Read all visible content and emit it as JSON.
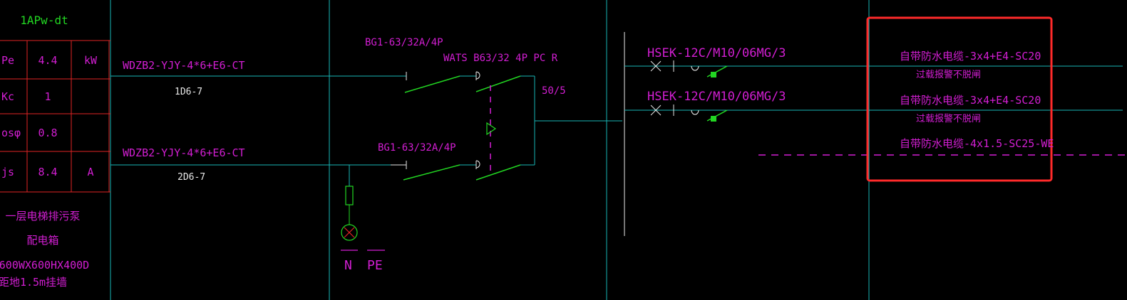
{
  "colors": {
    "background": "#000000",
    "cyan_line": "#19b6b6",
    "green": "#22d622",
    "magenta": "#d21ed2",
    "white": "#e8e8e8",
    "red": "#e02424",
    "highlight_box": "#ff2a2a"
  },
  "panel": {
    "id": "1APw-dt",
    "rows": [
      {
        "param": "Pe",
        "value": "4.4",
        "unit": "kW"
      },
      {
        "param": "Kc",
        "value": "1",
        "unit": ""
      },
      {
        "param": "osφ",
        "value": "0.8",
        "unit": ""
      },
      {
        "param": "js",
        "value": "8.4",
        "unit": "A"
      }
    ],
    "description": [
      "一层电梯排污泵",
      "配电箱",
      "600WX600HX400D",
      "距地1.5m挂墙"
    ]
  },
  "incoming": [
    {
      "cable": "WDZB2-YJY-4*6+E6-CT",
      "source": "1D6-7"
    },
    {
      "cable": "WDZB2-YJY-4*6+E6-CT",
      "source": "2D6-7"
    }
  ],
  "breakers": [
    "BG1-63/32A/4P",
    "BG1-63/32A/4P"
  ],
  "ats": {
    "model": "WATS B63/32 4P PC R",
    "rating": "50/5"
  },
  "outgoing_breakers": [
    "HSEK-12C/M10/06MG/3",
    "HSEK-12C/M10/06MG/3"
  ],
  "outgoing_notes": [
    {
      "text": "自带防水电缆-3x4+E4-SC20",
      "sub": "过载报警不脱闸"
    },
    {
      "text": "自带防水电缆-3x4+E4-SC20",
      "sub": "过载报警不脱闸"
    },
    {
      "text": "自带防水电缆-4x1.5-SC25-WE",
      "sub": ""
    }
  ],
  "earthing": {
    "n": "N",
    "pe": "PE"
  }
}
